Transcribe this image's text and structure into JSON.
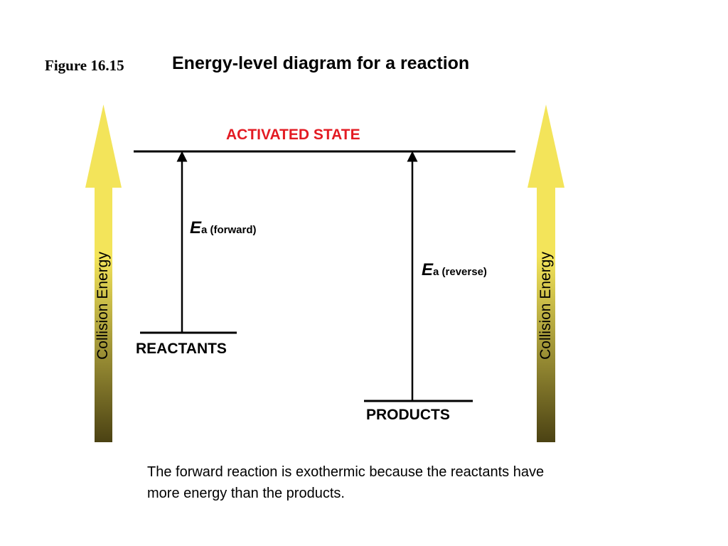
{
  "figure": {
    "label": "Figure 16.15",
    "title": "Energy-level diagram for a reaction"
  },
  "levels": {
    "activated_state": "ACTIVATED STATE",
    "reactants": "REACTANTS",
    "products": "PRODUCTS"
  },
  "activation": {
    "symbol": "E",
    "forward_subscript": "a (forward)",
    "reverse_subscript": "a (reverse)"
  },
  "side_arrows": {
    "left_label": "Collision Energy",
    "right_label": "Collision Energy"
  },
  "caption": "The forward reaction is exothermic because the reactants have more energy than the products.",
  "colors": {
    "activated_state_text": "#e31b23",
    "arrow_gold_light": "#f3e45a",
    "arrow_gold_dark": "#4b4213",
    "line": "#000000"
  }
}
